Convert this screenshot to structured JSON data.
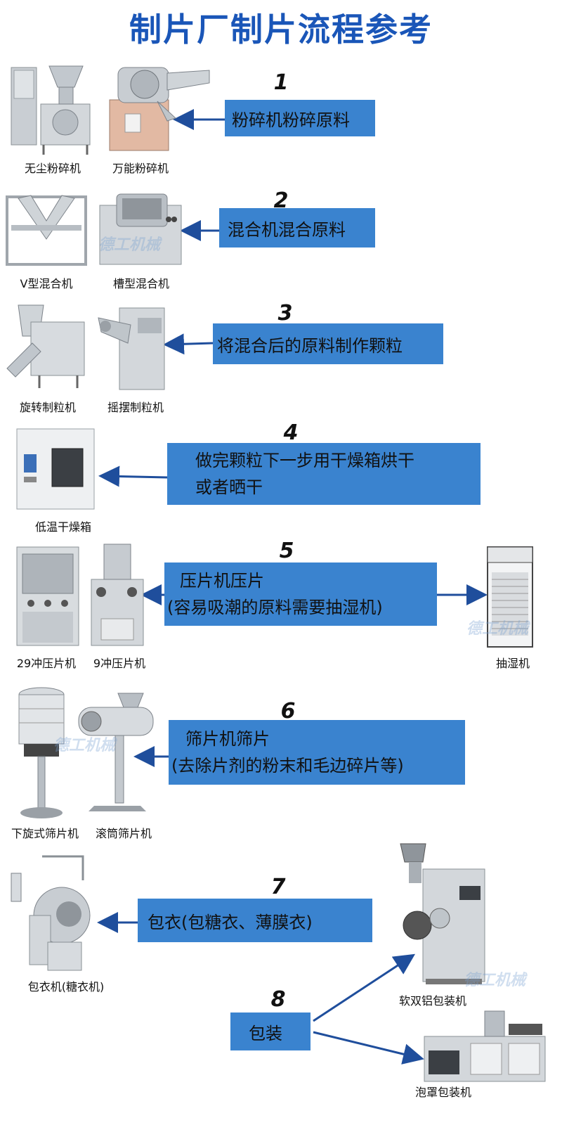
{
  "title": "制片厂制片流程参考",
  "colors": {
    "title": "#1a56b8",
    "box": "#3a83cf",
    "arrow": "#1f4e9c"
  },
  "watermark": "德工机械",
  "steps": [
    {
      "number": "1",
      "lines": [
        "粉碎机粉碎原料"
      ]
    },
    {
      "number": "2",
      "lines": [
        "混合机混合原料"
      ]
    },
    {
      "number": "3",
      "lines": [
        "将混合后的原料制作颗粒"
      ]
    },
    {
      "number": "4",
      "lines": [
        "做完颗粒下一步用干燥箱烘干",
        "或者晒干"
      ]
    },
    {
      "number": "5",
      "lines": [
        "压片机压片",
        "(容易吸潮的原料需要抽湿机)"
      ]
    },
    {
      "number": "6",
      "lines": [
        "筛片机筛片",
        "(去除片剂的粉末和毛边碎片等)"
      ]
    },
    {
      "number": "7",
      "lines": [
        "包衣(包糖衣、薄膜衣)"
      ]
    },
    {
      "number": "8",
      "lines": [
        "包装"
      ]
    }
  ],
  "machines": {
    "m1a": "无尘粉碎机",
    "m1b": "万能粉碎机",
    "m2a": "V型混合机",
    "m2b": "槽型混合机",
    "m3a": "旋转制粒机",
    "m3b": "摇摆制粒机",
    "m4": "低温干燥箱",
    "m5a": "29冲压片机",
    "m5b": "9冲压片机",
    "m5c": "抽湿机",
    "m6a": "下旋式筛片机",
    "m6b": "滚筒筛片机",
    "m7": "包衣机(糖衣机)",
    "m8a": "软双铝包装机",
    "m8b": "泡罩包装机"
  }
}
